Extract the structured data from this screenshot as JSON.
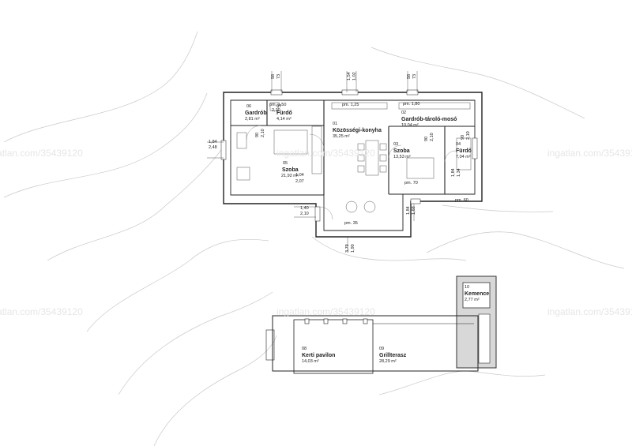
{
  "watermark": "ingatlan.com/35439120",
  "rooms": [
    {
      "id": "06",
      "num": "06",
      "name": "Gardrób",
      "area": "2,81 m²"
    },
    {
      "id": "07",
      "num": "07",
      "name": "Fürdő",
      "area": "4,14 m²"
    },
    {
      "id": "01",
      "num": "01",
      "name": "Közösségi-konyha",
      "area": "35,25 m²"
    },
    {
      "id": "02",
      "num": "02",
      "name": "Gardrób-tároló-mosó",
      "area": "10,04 m²"
    },
    {
      "id": "05",
      "num": "05",
      "name": "Szoba",
      "area": "21,92 m²"
    },
    {
      "id": "03",
      "num": "03",
      "name": "Szoba",
      "area": "13,53 m²"
    },
    {
      "id": "04",
      "num": "04",
      "name": "Fürdő",
      "area": "7,04 m²"
    },
    {
      "id": "10",
      "num": "10",
      "name": "Kemence",
      "area": "2,77 m²"
    },
    {
      "id": "08",
      "num": "08",
      "name": "Kerti pavilon",
      "area": "14,03 m²"
    },
    {
      "id": "09",
      "num": "09",
      "name": "Grillterasz",
      "area": "28,29 m²"
    }
  ],
  "dims": {
    "d1": "pm. 1,50",
    "d2": "2,10",
    "d3": "pm. 1,25",
    "d4": "pm. 1,80",
    "d5": "90",
    "d6": "2,10",
    "d7": "1,84",
    "d8": "2,48",
    "d9": "1,04",
    "d10": "2,07",
    "d11": "90",
    "d12": "2,10",
    "d13": "90",
    "d14": "2,10",
    "d15": "1,84",
    "d16": "1,34",
    "d17": "pm. 70",
    "d18": "pm. 60",
    "d19": "1,84",
    "d20": "1,68",
    "d21": "1,40",
    "d22": "2,10",
    "d23": "pm. 35",
    "d24": "3,79",
    "d25": "1,90",
    "d26": "58",
    "d27": "73",
    "d28": "1,54",
    "d29": "1,02",
    "d30": "58",
    "d31": "73"
  }
}
